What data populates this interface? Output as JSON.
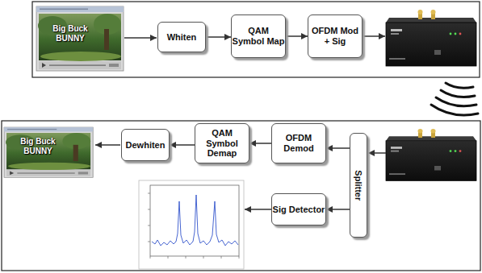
{
  "diagram": {
    "nodes": [
      {
        "text": [
          "Whiten"
        ]
      },
      {
        "text": [
          "QAM Symbol Map"
        ]
      },
      {
        "text": [
          "OFDM Mod + Sig"
        ]
      },
      {
        "text": [
          "Dewhiten"
        ]
      },
      {
        "text": [
          "QAM Symbol Demap"
        ]
      },
      {
        "text": [
          "OFDM Demod"
        ]
      },
      {
        "text": [
          "Splitter"
        ]
      },
      {
        "text": [
          "Sig Detector"
        ]
      }
    ],
    "edges": [
      {
        "from": 0,
        "to": 1,
        "arrow": "to"
      },
      {
        "from": 1,
        "to": 2,
        "arrow": "to"
      },
      {
        "from": 5,
        "to": 4,
        "arrow": "to"
      },
      {
        "from": 4,
        "to": 3,
        "arrow": "to"
      },
      {
        "from": 6,
        "to": 5,
        "arrow": "to"
      },
      {
        "from": 6,
        "to": 7,
        "arrow": "to"
      }
    ],
    "labels": [
      "Big Buck BUNNY",
      "Big Buck BUNNY"
    ]
  }
}
